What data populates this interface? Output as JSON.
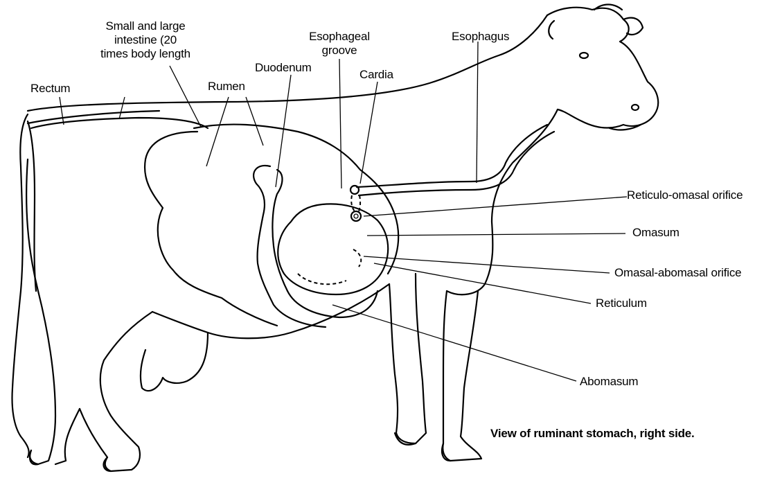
{
  "labels": {
    "intestine_line1": "Small and large",
    "intestine_line2": "intestine (20",
    "intestine_line3": "times body length",
    "rectum": "Rectum",
    "rumen": "Rumen",
    "duodenum": "Duodenum",
    "esophageal_groove_line1": "Esophageal",
    "esophageal_groove_line2": "groove",
    "cardia": "Cardia",
    "esophagus": "Esophagus",
    "reticulo_omasal_orifice": "Reticulo-omasal orifice",
    "omasum": "Omasum",
    "omasal_abomasal_orifice": "Omasal-abomasal orifice",
    "reticulum": "Reticulum",
    "abomasum": "Abomasum"
  },
  "caption": "View of ruminant stomach, right side.",
  "colors": {
    "ink": "#000000",
    "background": "#ffffff"
  }
}
